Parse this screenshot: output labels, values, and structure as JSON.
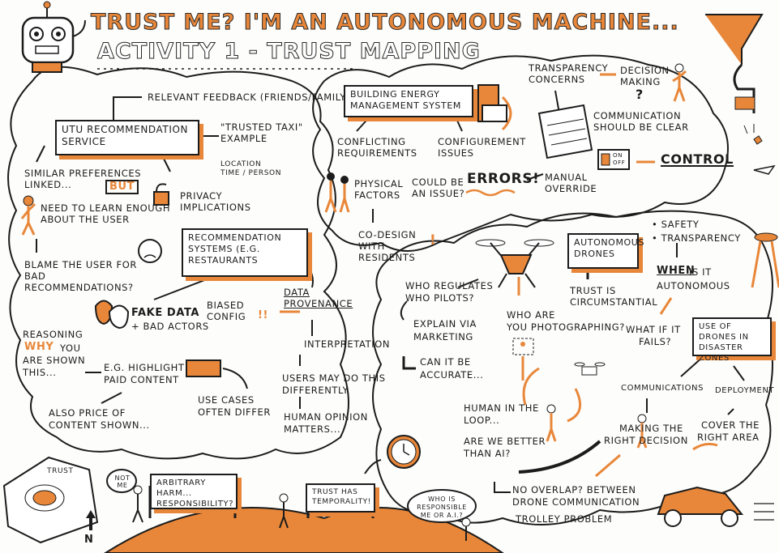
{
  "title": {
    "line1": "Trust me? I'm an autonomous machine...",
    "line2": "Activity 1 - Trust mapping"
  },
  "left_cloud": {
    "relevant_feedback": "Relevant feedback (friends/family)",
    "utu_box": "UTU Recommendation Service",
    "trusted_taxi": "\"Trusted taxi\" example",
    "location": "Location",
    "time_person": "Time / person",
    "similar_prefs": "Similar preferences linked...",
    "but": "But",
    "need_to_learn": "Need to learn enough about the user",
    "privacy": "Privacy implications",
    "blame_user": "Blame the user for bad recommendations?",
    "rec_systems_box": "Recommendation systems (e.g. restaurants",
    "data_provenance": "Data provenance",
    "biased_config": "Biased config",
    "biased_marks": "!!",
    "fake_data": "Fake data",
    "bad_actors": "+ bad actors",
    "reasoning": "Reasoning",
    "why": "Why",
    "you": "you",
    "are_shown": "are shown",
    "this": "this...",
    "eg_highlight": "E.G. highlight",
    "paid_content": "paid content",
    "also_price": "Also price of",
    "content_shown": "content shown...",
    "use_cases": "Use cases",
    "often_differ": "often differ",
    "interpretation": "Interpretation",
    "users_may": "Users may do this",
    "differently": "differently",
    "human_opinion": "Human opinion",
    "matters": "matters..."
  },
  "top_cloud": {
    "bems_box": "Building energy management system",
    "conflicting": "Conflicting requirements",
    "config_issues": "Configurement issues",
    "transparency": "Transparency concerns",
    "decision_making": "Decision making",
    "q": "?",
    "communication": "Communication should be clear",
    "switch_on": "ON",
    "switch_off": "OFF",
    "control": "Control",
    "physical": "Physical factors",
    "could_be": "could be an issue?",
    "errors": "Errors!",
    "manual_override": "Manual override",
    "co_design": "Co-design with residents",
    "co_design_mark": "!"
  },
  "right_cloud": {
    "auto_drones_box": "Autonomous drones",
    "trust_circ": "Trust is circumstantial",
    "safety": "• Safety",
    "transparency": "• Transparency",
    "when": "When",
    "is_it": "is it",
    "autonomous": "autonomous",
    "who_regulates": "Who regulates",
    "who_pilots": "who pilots?",
    "explain_via": "Explain via",
    "marketing": "marketing",
    "can_it_be": "can it be",
    "accurate": "accurate...",
    "who_are_you": "Who are",
    "photographing": "you photographing?",
    "what_if": "What if it",
    "fails": "fails?",
    "disaster_box": "Use of drones in disaster zones",
    "communications": "Communications",
    "deployment": "Deployment",
    "human_loop": "Human in the",
    "loop": "loop...",
    "are_we": "Are we better",
    "than_ai": "than AI?",
    "making": "Making the",
    "right_decision": "right decision",
    "cover": "Cover the",
    "right_area": "right area",
    "no_overlap": "No overlap? Between",
    "drone_comm": "drone communication",
    "trolley": "Trolley problem"
  },
  "bottom": {
    "not_me": "Not me",
    "arbitrary_sign": "Arbitrary harm... responsibility?",
    "temporality_sign": "Trust has temporality!",
    "who_responsible": "Who is responsible me or A.I.?",
    "trust_map": "Trust",
    "compass": "N"
  }
}
